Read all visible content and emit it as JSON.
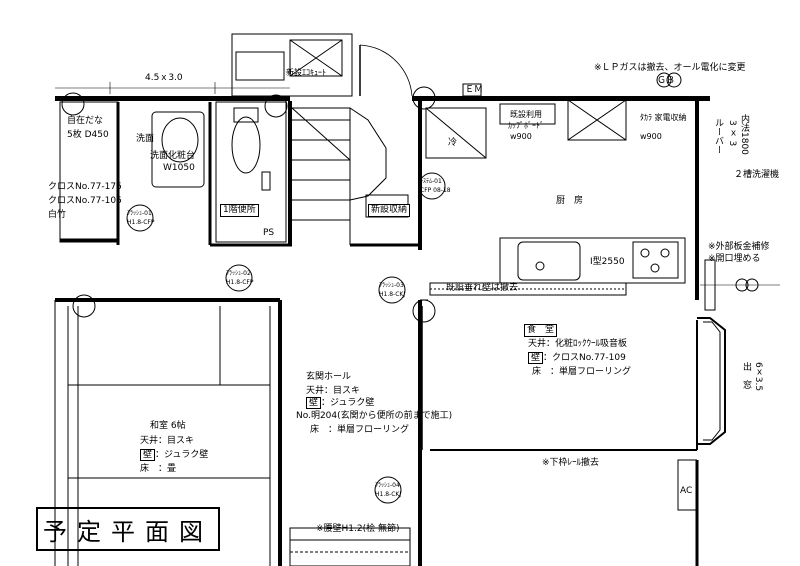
{
  "title": "予定平面図",
  "notes": {
    "lpg": "※ＬＰガスは撤去、オール電化に変更",
    "gb": "ＧＢ",
    "em": "ＥＭ",
    "dim_4x3": "4.5ｘ3.0",
    "new_ecocute": "新設ｴｺｷｭｰﾄ",
    "exterior_panel_1": "※外部板金補修",
    "exterior_panel_2": "※開口埋める",
    "lower_rail": "※下枠ﾚｰﾙ撤去",
    "waist_wall": "※腰壁H1.2(桧 無節)",
    "existing_hanging_wall": "既設垂れ壁は撤去",
    "ac": "AC",
    "ps": "PS"
  },
  "rooms": {
    "closet_left": {
      "l1": "自在だな",
      "l2": "5枚 D450",
      "l3": "クロスNo.77-175",
      "l4": "クロスNo.77-105",
      "l5": "白竹"
    },
    "washroom": {
      "name": "洗面",
      "vanity": "洗面化粧台",
      "vanity_w": "W1050"
    },
    "toilet": {
      "name": "1階便所"
    },
    "storage": {
      "name": "新設収納"
    },
    "fridge": {
      "label": "冷"
    },
    "cupboard_existing": {
      "l1": "既設利用",
      "l2": "ｶｯﾌﾟﾎﾞｰﾄﾞ",
      "l3": "w900"
    },
    "cupboard_new": {
      "l1": "ﾀｶﾗ 家電収納",
      "l2": "w900"
    },
    "louver": {
      "l1": "ルーバー",
      "l2": "3 ｘ 3",
      "l3": "内法1800"
    },
    "washer": {
      "label": "２槽洗濯機"
    },
    "kitchen": {
      "name": "厨　房",
      "sink": "I型2550"
    },
    "dining": {
      "name": "食　堂",
      "ceiling": "天井：化粧ﾛｯｸｳｰﾙ吸音板",
      "wall_tag": "壁",
      "wall": "：クロスNo.77-109",
      "floor": "床　：単層フローリング"
    },
    "bay_window": {
      "l1": "出　窓",
      "l2": "6ｘ3.5"
    },
    "hall": {
      "name": "玄関ホール",
      "ceiling": "天井：目スキ",
      "wall_tag": "壁",
      "wall": "：ジュラク壁",
      "note": "No.明204(玄関から便所の前まで施工)",
      "floor": "床　：単層フローリング"
    },
    "washitsu": {
      "name": "和室 6帖",
      "ceiling": "天井：目スキ",
      "wall_tag": "壁",
      "wall": "：ジュラク壁",
      "floor": "床　：畳"
    }
  },
  "flush_tags": {
    "t1": {
      "a": "ﾌﾗｯｼｭ-01",
      "b": "H1.8-CFP"
    },
    "t2": {
      "a": "ﾌﾗｯｼｭ-02",
      "b": "H1.8-CFP"
    },
    "t3": {
      "a": "ｼｽﾃﾑ-01",
      "b": "CFP 08-18"
    },
    "t4": {
      "a": "ﾌﾗｯｼｭ-03",
      "b": "H1.8-CKJ"
    },
    "t5": {
      "a": "ﾌﾗｯｼｭ-04",
      "b": "H1.8-CKJ"
    }
  }
}
